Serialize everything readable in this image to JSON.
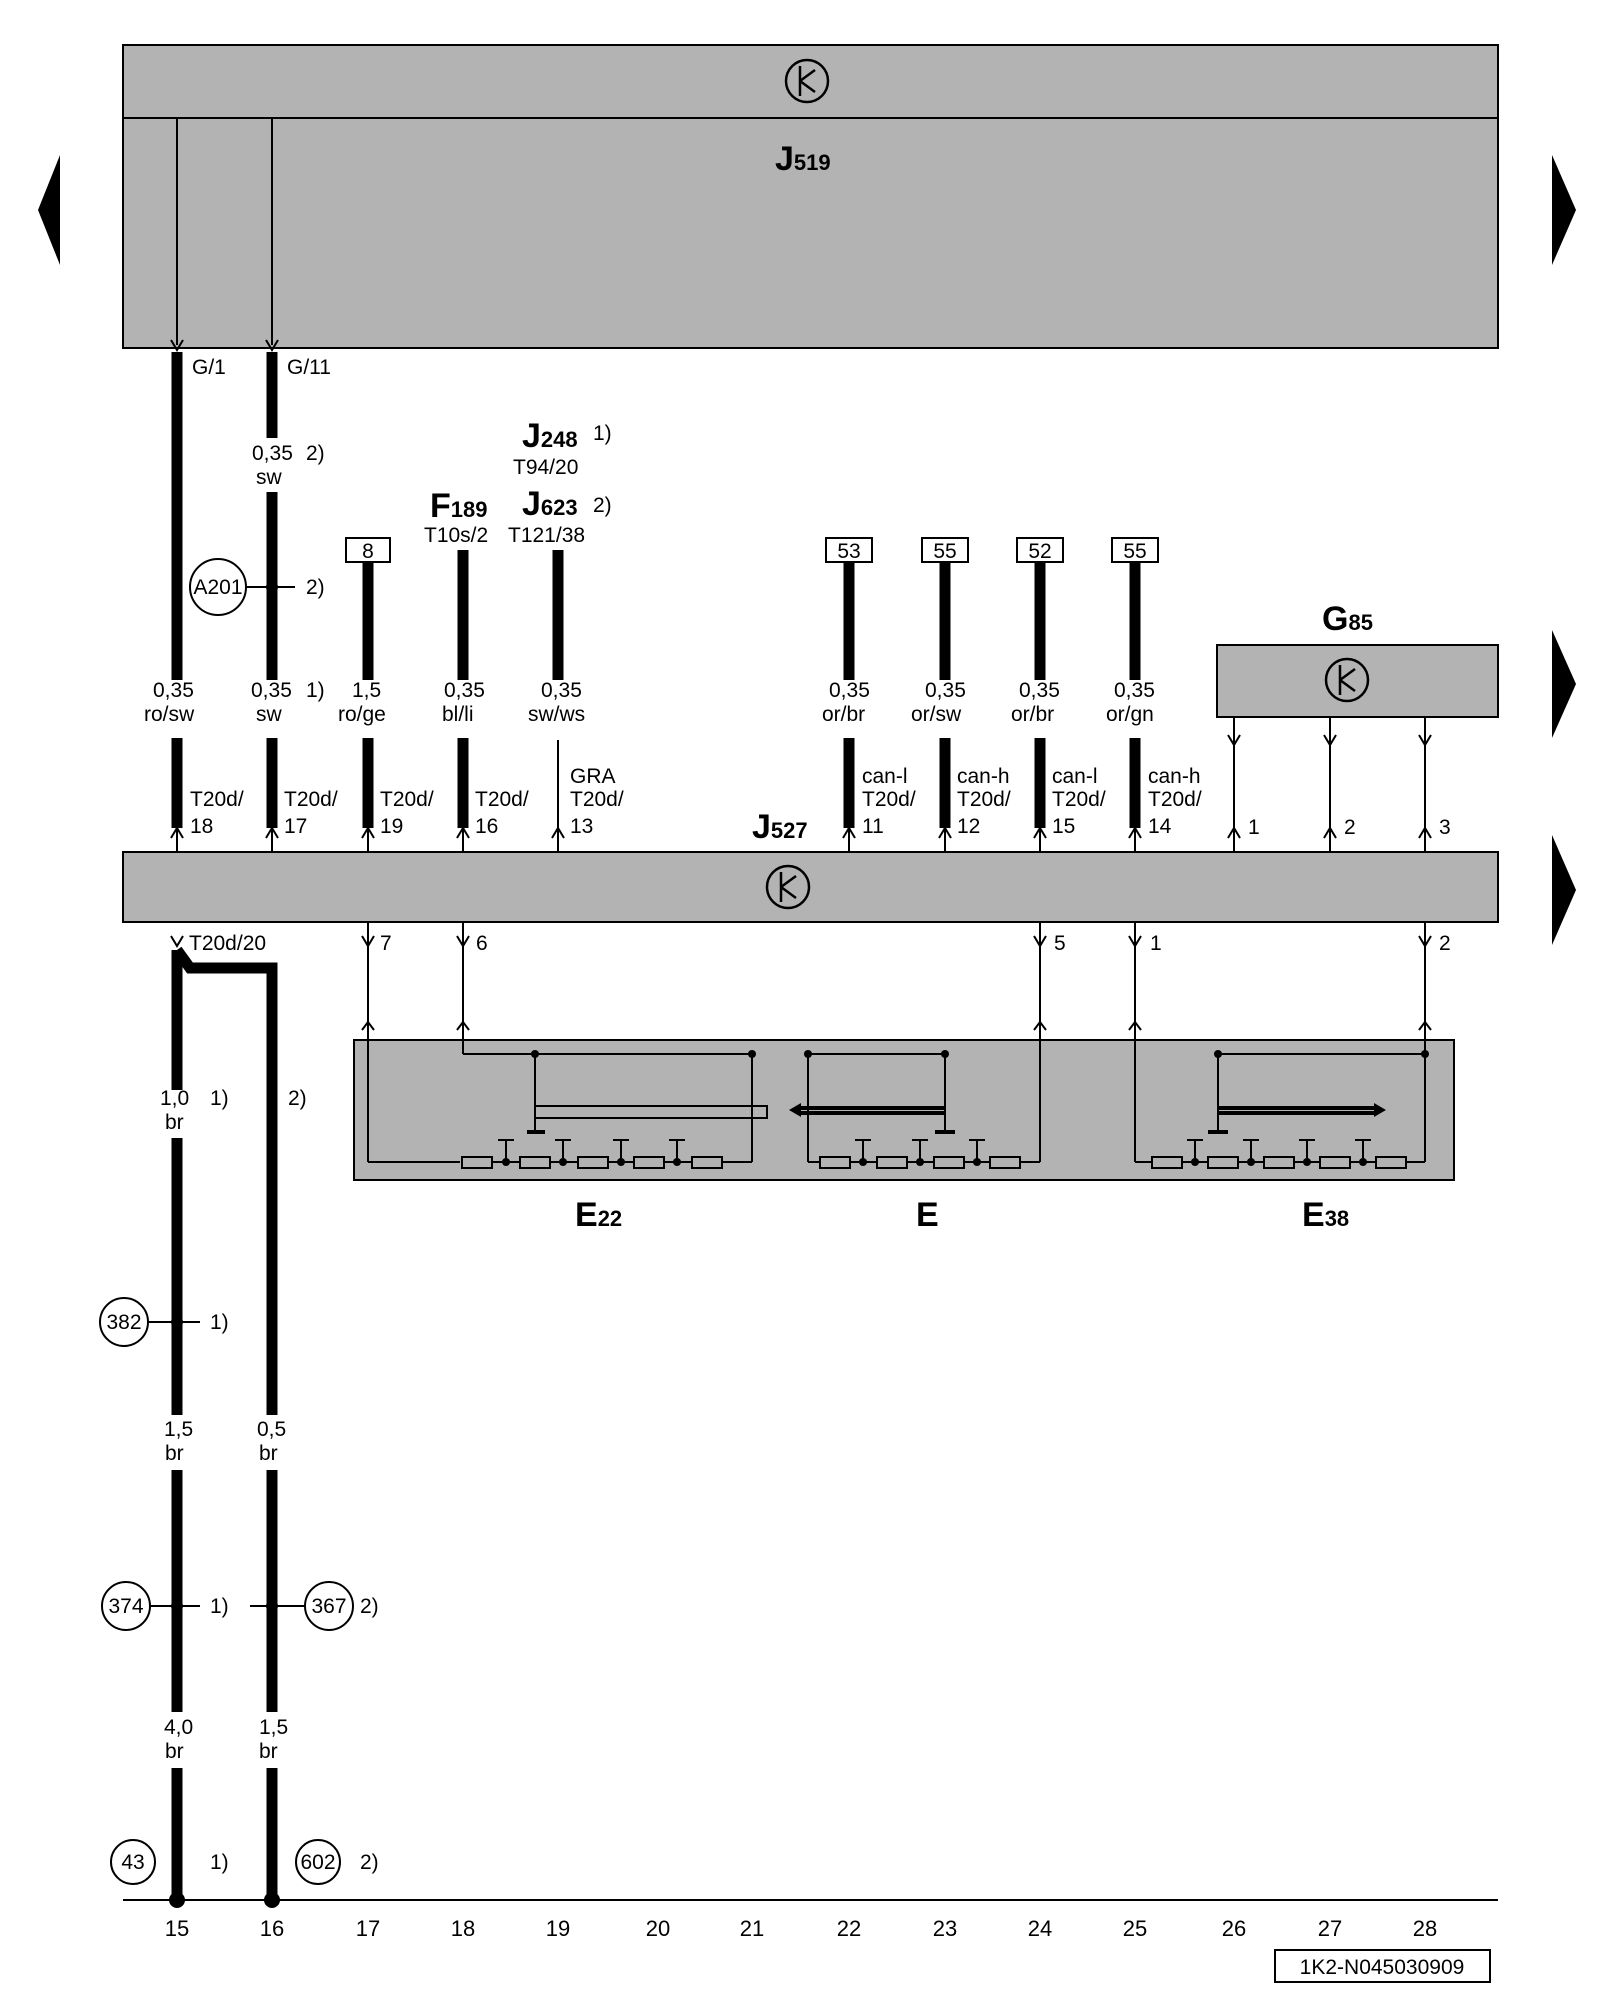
{
  "components": {
    "j519": {
      "letter": "J",
      "sub": "519"
    },
    "j527": {
      "letter": "J",
      "sub": "527"
    },
    "g85": {
      "letter": "G",
      "sub": "85"
    },
    "j248": {
      "letter": "J",
      "sub": "248",
      "note": "1)",
      "conn": "T94/20"
    },
    "j623": {
      "letter": "J",
      "sub": "623",
      "note": "2)",
      "conn": "T121/38"
    },
    "f189": {
      "letter": "F",
      "sub": "189",
      "conn": "T10s/2"
    },
    "e22": {
      "letter": "E",
      "sub": "22"
    },
    "e": {
      "letter": "E",
      "sub": ""
    },
    "e38": {
      "letter": "E",
      "sub": "38"
    }
  },
  "wires": {
    "w15_top": {
      "pin": "G/1",
      "size": "0,35",
      "color": "ro/sw",
      "conn": "T20d/",
      "pin_no": "18"
    },
    "w16_top": {
      "pin": "G/11",
      "size": "0,35",
      "note": "2)",
      "color": "sw",
      "size2": "0,35",
      "note2": "1)",
      "color2": "sw",
      "conn": "T20d/",
      "pin_no": "17"
    },
    "w17": {
      "ref": "8",
      "size": "1,5",
      "color": "ro/ge",
      "conn": "T20d/",
      "pin_no": "19",
      "lower_pin": "7"
    },
    "w18": {
      "size": "0,35",
      "color": "bl/li",
      "conn": "T20d/",
      "pin_no": "16",
      "lower_pin": "6"
    },
    "w19": {
      "size": "0,35",
      "color": "sw/ws",
      "label": "GRA",
      "conn": "T20d/",
      "pin_no": "13"
    },
    "w22": {
      "ref": "53",
      "size": "0,35",
      "color": "or/br",
      "label": "can-l",
      "conn": "T20d/",
      "pin_no": "11"
    },
    "w23": {
      "ref": "55",
      "size": "0,35",
      "color": "or/sw",
      "label": "can-h",
      "conn": "T20d/",
      "pin_no": "12"
    },
    "w24": {
      "ref": "52",
      "size": "0,35",
      "color": "or/br",
      "label": "can-l",
      "conn": "T20d/",
      "pin_no": "15",
      "lower_pin": "5"
    },
    "w25": {
      "ref": "55",
      "size": "0,35",
      "color": "or/gn",
      "label": "can-h",
      "conn": "T20d/",
      "pin_no": "14",
      "lower_pin": "1"
    },
    "g85_pins": [
      "1",
      "2",
      "3"
    ],
    "w28_lower_pin": "2",
    "ground_pin": "T20d/20"
  },
  "splices": {
    "a201": {
      "id": "A201",
      "note": "2)"
    },
    "s382": {
      "id": "382",
      "note": "1)"
    },
    "s374": {
      "id": "374",
      "note": "1)"
    },
    "s367": {
      "id": "367",
      "note": "2)"
    },
    "s43": {
      "id": "43",
      "note": "1)"
    },
    "s602": {
      "id": "602",
      "note": "2)"
    }
  },
  "ground_wires": {
    "w15_a": {
      "size": "1,0",
      "note": "1)",
      "color": "br"
    },
    "w16_a": {
      "note": "2)"
    },
    "w15_b": {
      "size": "1,5",
      "color": "br"
    },
    "w16_b": {
      "size": "0,5",
      "color": "br"
    },
    "w15_c": {
      "size": "4,0",
      "color": "br"
    },
    "w16_c": {
      "size": "1,5",
      "color": "br"
    }
  },
  "columns": [
    "15",
    "16",
    "17",
    "18",
    "19",
    "20",
    "21",
    "22",
    "23",
    "24",
    "25",
    "26",
    "27",
    "28"
  ],
  "footer": {
    "code": "1K2-N045030909"
  }
}
